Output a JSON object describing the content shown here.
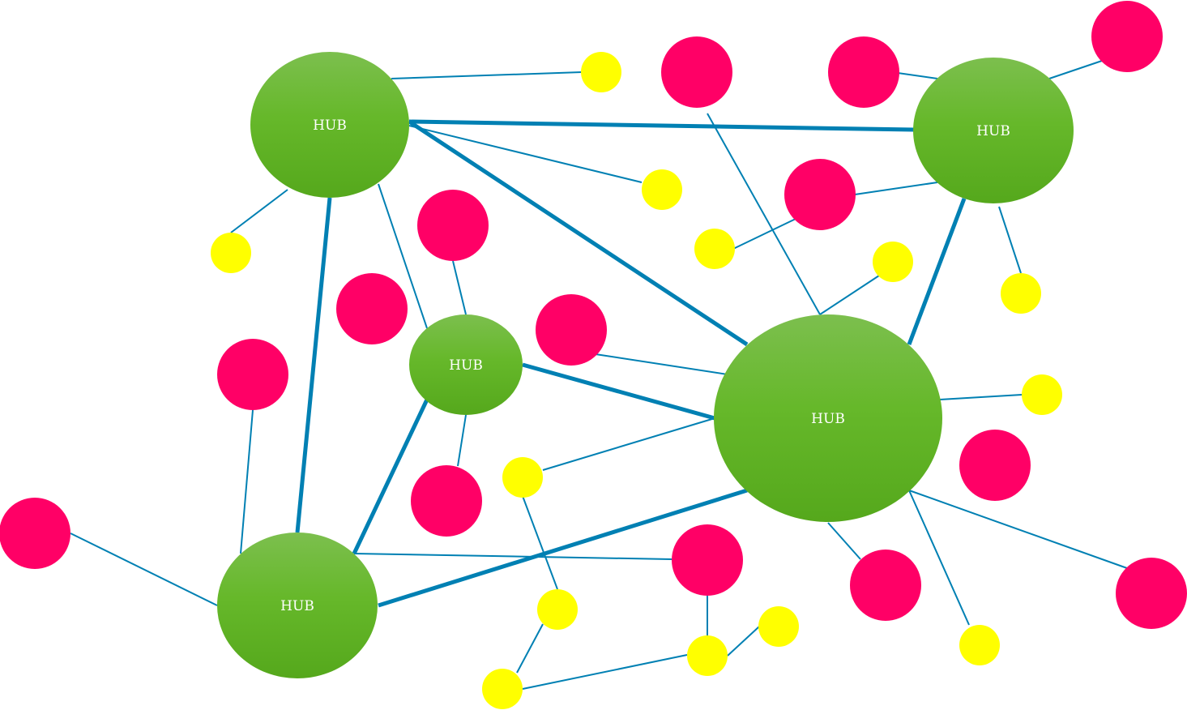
{
  "diagram": {
    "hub_label": "HUB",
    "hubs": [
      {
        "id": "h1",
        "label": "HUB"
      },
      {
        "id": "h2",
        "label": "HUB"
      },
      {
        "id": "h3",
        "label": "HUB"
      },
      {
        "id": "h4",
        "label": "HUB"
      },
      {
        "id": "h5",
        "label": "HUB"
      }
    ],
    "colors": {
      "hub_top": "#7cbf4e",
      "hub_bottom": "#55a81c",
      "pink_node": "#ff0066",
      "yellow_node": "#ffff00",
      "edge": "#0080b3"
    }
  }
}
